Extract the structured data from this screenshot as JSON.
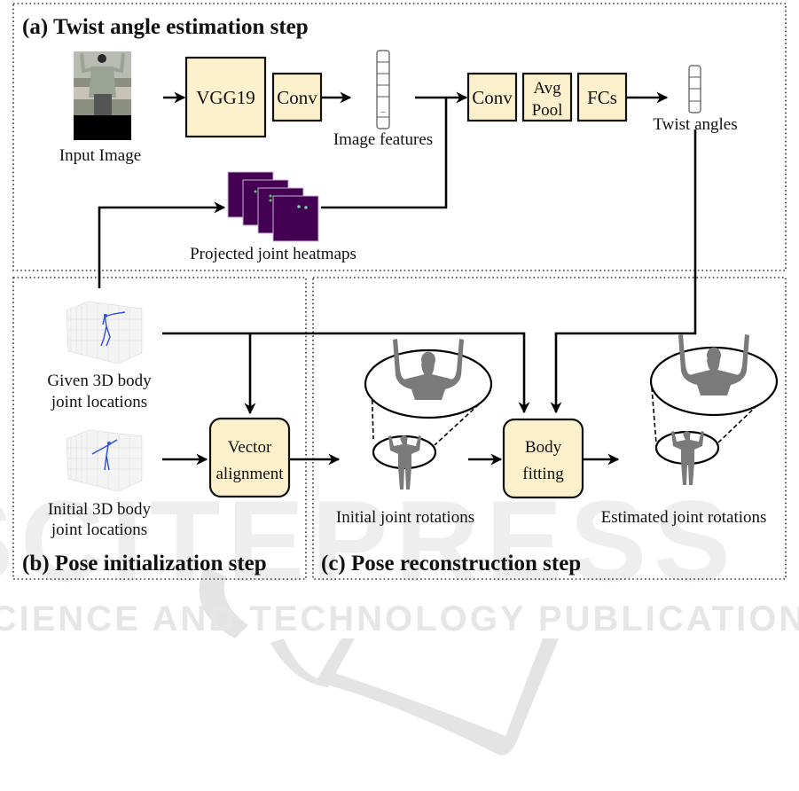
{
  "panels": {
    "a": {
      "title": "(a) Twist angle estimation step"
    },
    "b": {
      "title": "(b) Pose initialization step"
    },
    "c": {
      "title": "(c) Pose reconstruction step"
    }
  },
  "nodes": {
    "input_image": "Input Image",
    "vgg19": "VGG19",
    "conv1": "Conv",
    "image_features": "Image features",
    "feature_ellipsis": "...",
    "conv2": "Conv",
    "avgpool_line1": "Avg",
    "avgpool_line2": "Pool",
    "fcs": "FCs",
    "twist_angles": "Twist angles",
    "heatmaps": "Projected joint heatmaps",
    "given_3d_line1": "Given 3D body",
    "given_3d_line2": "joint locations",
    "initial_3d_line1": "Initial 3D body",
    "initial_3d_line2": "joint locations",
    "vector_alignment_line1": "Vector",
    "vector_alignment_line2": "alignment",
    "initial_rotations": "Initial joint rotations",
    "body_fitting_line1": "Body",
    "body_fitting_line2": "fitting",
    "estimated_rotations": "Estimated joint rotations"
  },
  "watermark": {
    "big": "SCITEPRESS",
    "small": "SCIENCE AND TECHNOLOGY PUBLICATIONS"
  },
  "colors": {
    "box_fill": "#fdf0cc",
    "heatmap": "#440154",
    "skeleton": "#2b4fe0"
  }
}
